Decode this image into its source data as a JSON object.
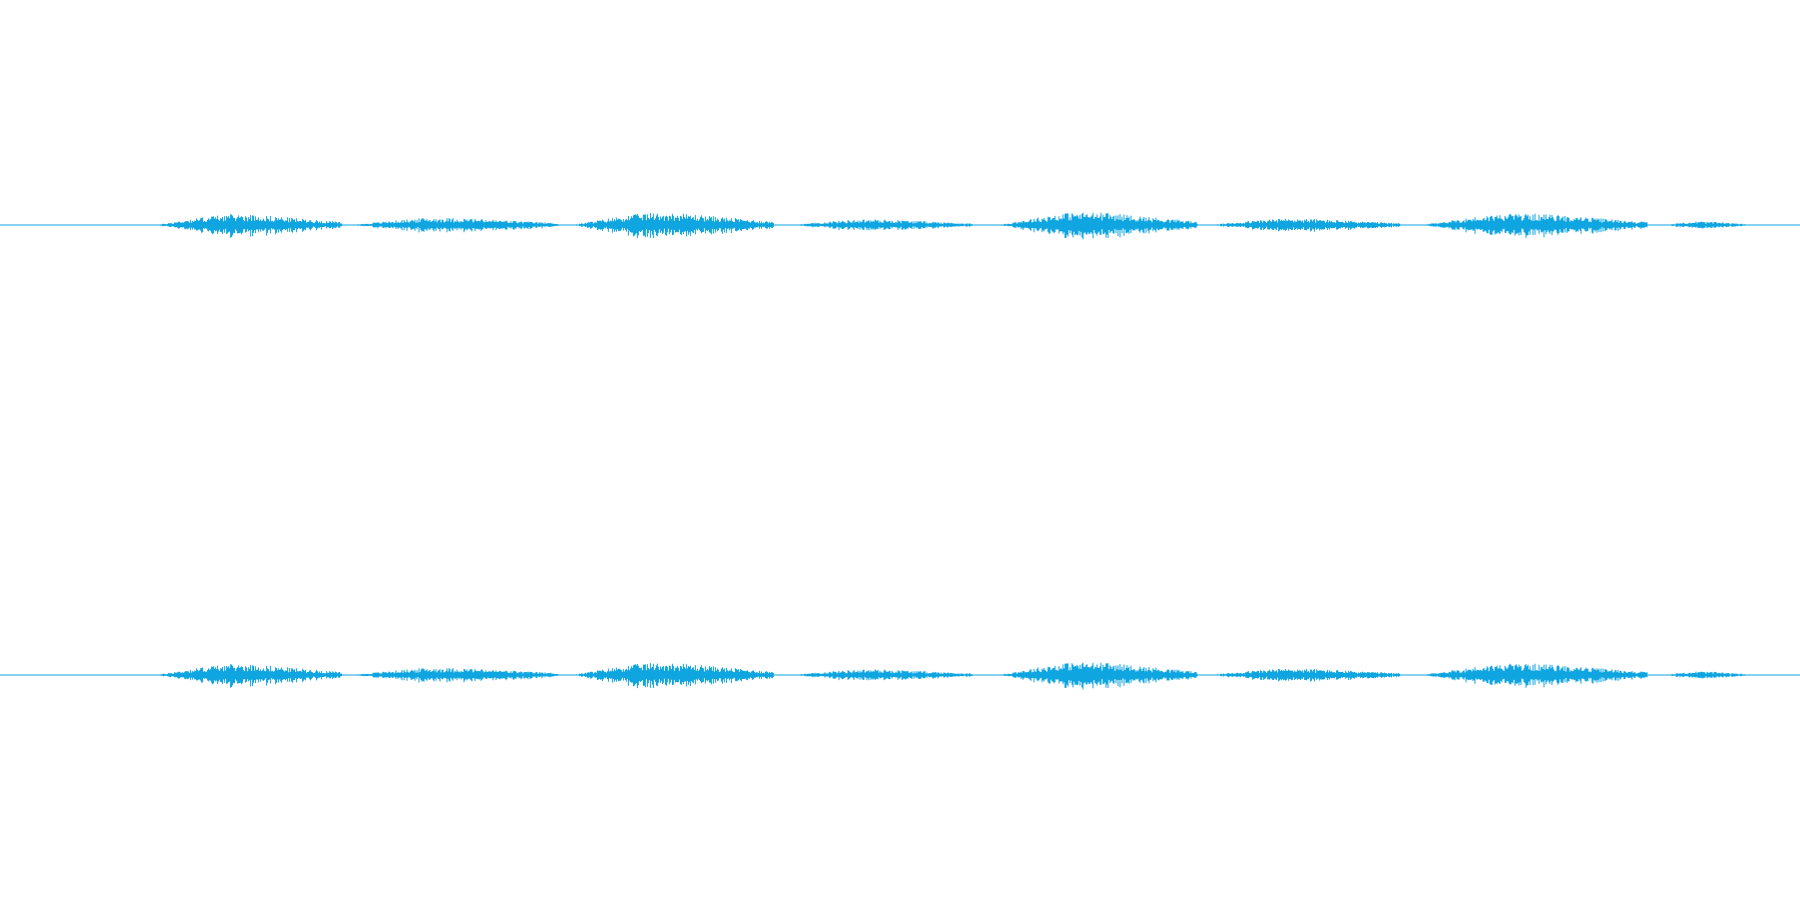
{
  "waveform": {
    "color": "#0ea5e0",
    "channels": [
      {
        "id": "channel-1"
      },
      {
        "id": "channel-2"
      }
    ],
    "segments": [
      {
        "start": 0.087,
        "end": 0.19,
        "peak": 0.03
      },
      {
        "start": 0.195,
        "end": 0.31,
        "peak": 0.02
      },
      {
        "start": 0.318,
        "end": 0.43,
        "peak": 0.034
      },
      {
        "start": 0.44,
        "end": 0.54,
        "peak": 0.016
      },
      {
        "start": 0.555,
        "end": 0.665,
        "peak": 0.036
      },
      {
        "start": 0.672,
        "end": 0.778,
        "peak": 0.018
      },
      {
        "start": 0.79,
        "end": 0.915,
        "peak": 0.032
      },
      {
        "start": 0.925,
        "end": 0.97,
        "peak": 0.01
      }
    ]
  }
}
